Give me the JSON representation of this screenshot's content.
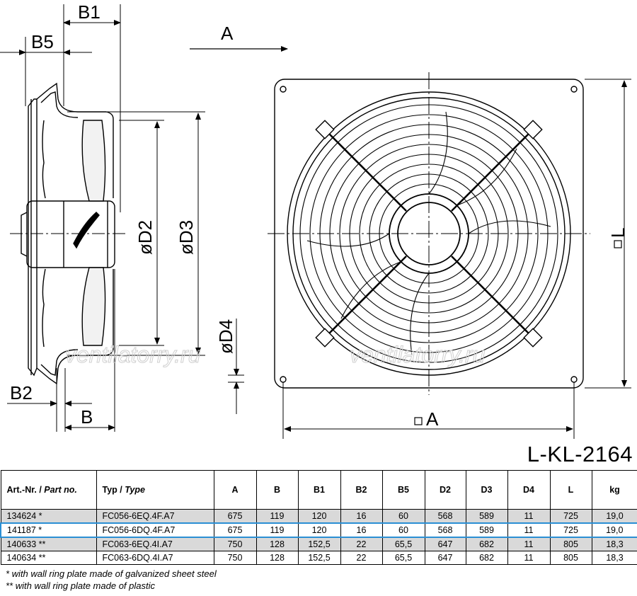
{
  "drawing": {
    "labels": {
      "b1": "B1",
      "b5": "B5",
      "b2": "B2",
      "b": "B",
      "d2": "øD2",
      "d3": "øD3",
      "d4": "øD4",
      "view_arrow": "A",
      "square_a": "A",
      "square_l": "L"
    },
    "watermark": "ventilatorry.ru"
  },
  "document_code": "L-KL-2164",
  "table": {
    "headers": [
      {
        "main": "Art.-Nr. / ",
        "italic": "Part no."
      },
      {
        "main": "Typ / ",
        "italic": "Type"
      },
      {
        "main": "A",
        "italic": ""
      },
      {
        "main": "B",
        "italic": ""
      },
      {
        "main": "B1",
        "italic": ""
      },
      {
        "main": "B2",
        "italic": ""
      },
      {
        "main": "B5",
        "italic": ""
      },
      {
        "main": "D2",
        "italic": ""
      },
      {
        "main": "D3",
        "italic": ""
      },
      {
        "main": "D4",
        "italic": ""
      },
      {
        "main": "L",
        "italic": ""
      },
      {
        "main": "kg",
        "italic": ""
      }
    ],
    "rows": [
      [
        "134624 *",
        "FC056-6EQ.4F.A7",
        "675",
        "119",
        "120",
        "16",
        "60",
        "568",
        "589",
        "11",
        "725",
        "19,0"
      ],
      [
        "141187 *",
        "FC056-6DQ.4F.A7",
        "675",
        "119",
        "120",
        "16",
        "60",
        "568",
        "589",
        "11",
        "725",
        "19,0"
      ],
      [
        "140633 **",
        "FC063-6EQ.4I.A7",
        "750",
        "128",
        "152,5",
        "22",
        "65,5",
        "647",
        "682",
        "11",
        "805",
        "18,3"
      ],
      [
        "140634 **",
        "FC063-6DQ.4I.A7",
        "750",
        "128",
        "152,5",
        "22",
        "65,5",
        "647",
        "682",
        "11",
        "805",
        "18,3"
      ]
    ]
  },
  "notes": [
    "*  with wall ring plate made of galvanized sheet steel",
    "** with wall ring plate made of plastic"
  ],
  "colors": {
    "highlight": "#2a8fd4",
    "row_shade": "#d9d9d9"
  }
}
